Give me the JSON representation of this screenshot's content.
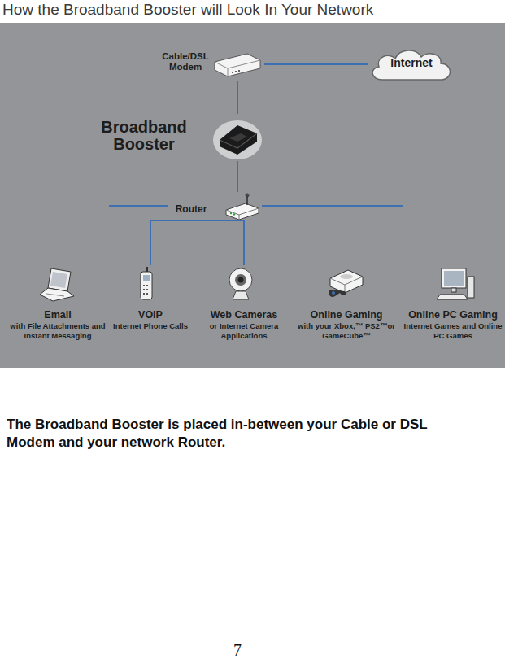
{
  "diagram": {
    "title": "How the Broadband Booster will Look In Your Network",
    "caption": "The Broadband Booster is placed in-between your Cable or DSL Modem and your network Router.",
    "nodes": [
      {
        "text": [
          "Cable/DSL Modem"
        ]
      },
      {
        "text": [
          "Internet"
        ]
      },
      {
        "text": [
          "Broadband Booster"
        ]
      },
      {
        "text": [
          "Router"
        ]
      },
      {
        "text": [
          "Email",
          "with File Attachments and Instant Messaging"
        ]
      },
      {
        "text": [
          "VOIP",
          "Internet Phone Calls"
        ]
      },
      {
        "text": [
          "Web Cameras",
          "or Internet Camera Applications"
        ]
      },
      {
        "text": [
          "Online Gaming",
          "with your Xbox,™ PS2™or GameCube™"
        ]
      },
      {
        "text": [
          "Online PC Gaming",
          "Internet Games and Online PC Games"
        ]
      }
    ],
    "edges": [
      {
        "from": 0,
        "to": 1,
        "arrow": "none"
      },
      {
        "from": 0,
        "to": 2,
        "arrow": "none"
      },
      {
        "from": 2,
        "to": 3,
        "arrow": "none"
      },
      {
        "from": 3,
        "to": 4,
        "arrow": "none"
      },
      {
        "from": 3,
        "to": 5,
        "arrow": "none"
      },
      {
        "from": 3,
        "to": 6,
        "arrow": "none"
      },
      {
        "from": 3,
        "to": 7,
        "arrow": "none"
      },
      {
        "from": 3,
        "to": 8,
        "arrow": "none"
      }
    ],
    "labels": [
      "7"
    ]
  }
}
